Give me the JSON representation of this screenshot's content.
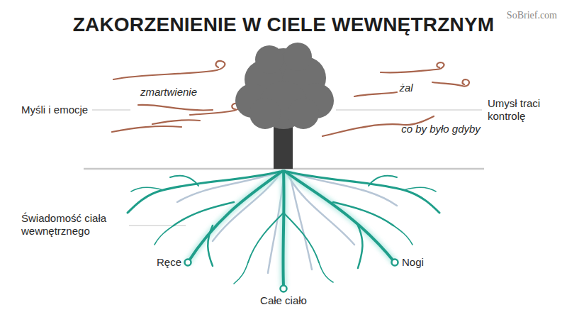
{
  "diagram": {
    "title": "ZAKORZENIENIE W CIELE WEWNĘTRZNYM",
    "labels": [
      "SoBrief.com",
      "zmartwienie",
      "żal",
      "Myśli i emocje",
      "Umysł traci kontrolę",
      "co by było gdyby",
      "Świadomość ciała wewnętrznego",
      "Ręce",
      "Nogi",
      "Całe ciało"
    ]
  }
}
